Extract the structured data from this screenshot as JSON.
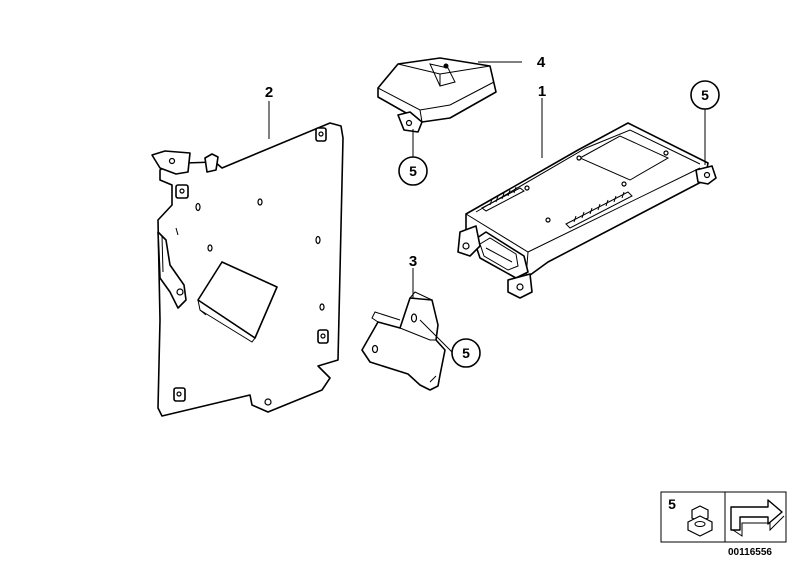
{
  "diagram": {
    "callouts": {
      "part1": "1",
      "part2": "2",
      "part3": "3",
      "part4": "4",
      "nut_a": "5",
      "nut_b": "5",
      "nut_c": "5"
    },
    "legend": {
      "item_number": "5",
      "doc_id": "00116556"
    }
  }
}
